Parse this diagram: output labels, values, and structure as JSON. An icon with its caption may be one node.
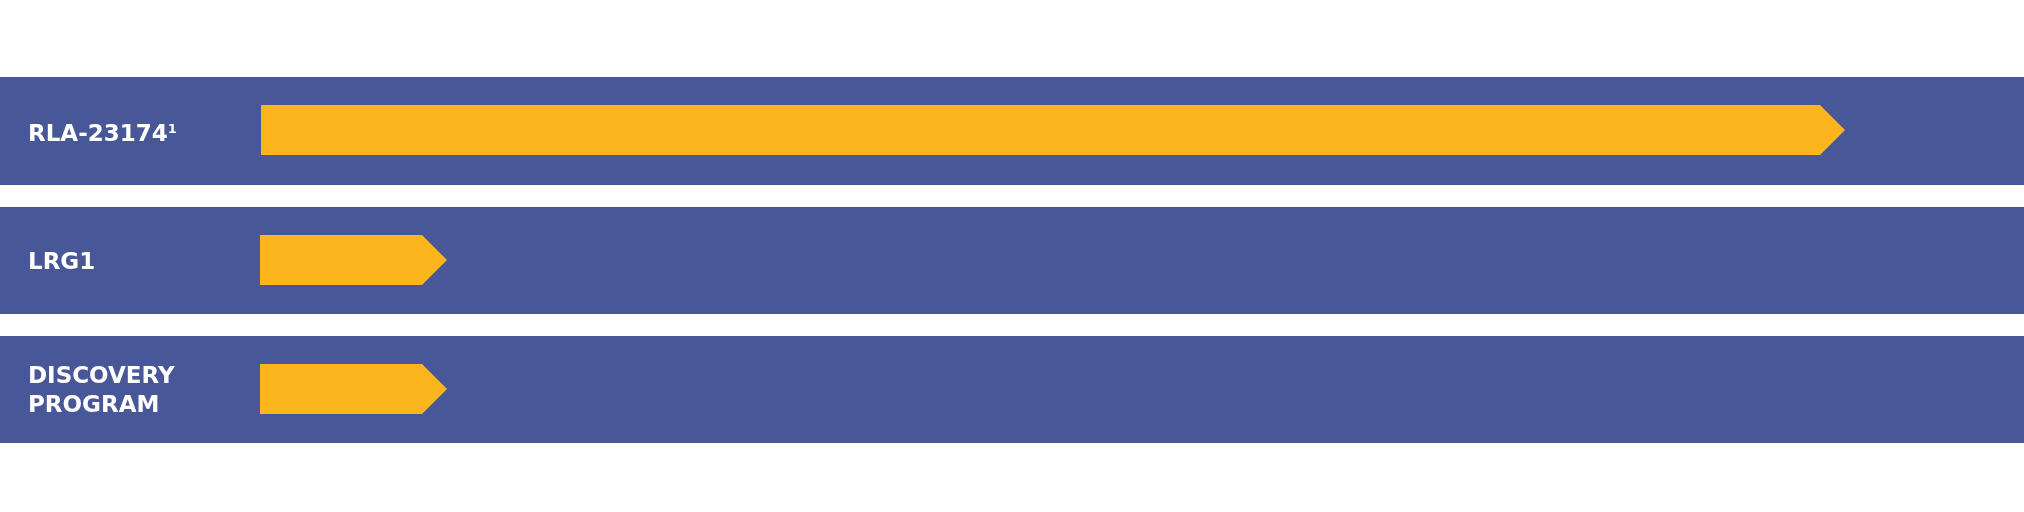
{
  "diagram": {
    "nodes": [
      {
        "text": [
          "RLA-23174$^{1}$"
        ]
      },
      {
        "text": [],
        "shape": "bar",
        "in": 0
      },
      {
        "text": [
          "LRG1"
        ]
      },
      {
        "text": [],
        "shape": "bar",
        "in": 2
      },
      {
        "text": [
          "DISCOVERY PROGRAM"
        ]
      },
      {
        "text": [],
        "shape": "bar",
        "in": 4
      }
    ]
  }
}
